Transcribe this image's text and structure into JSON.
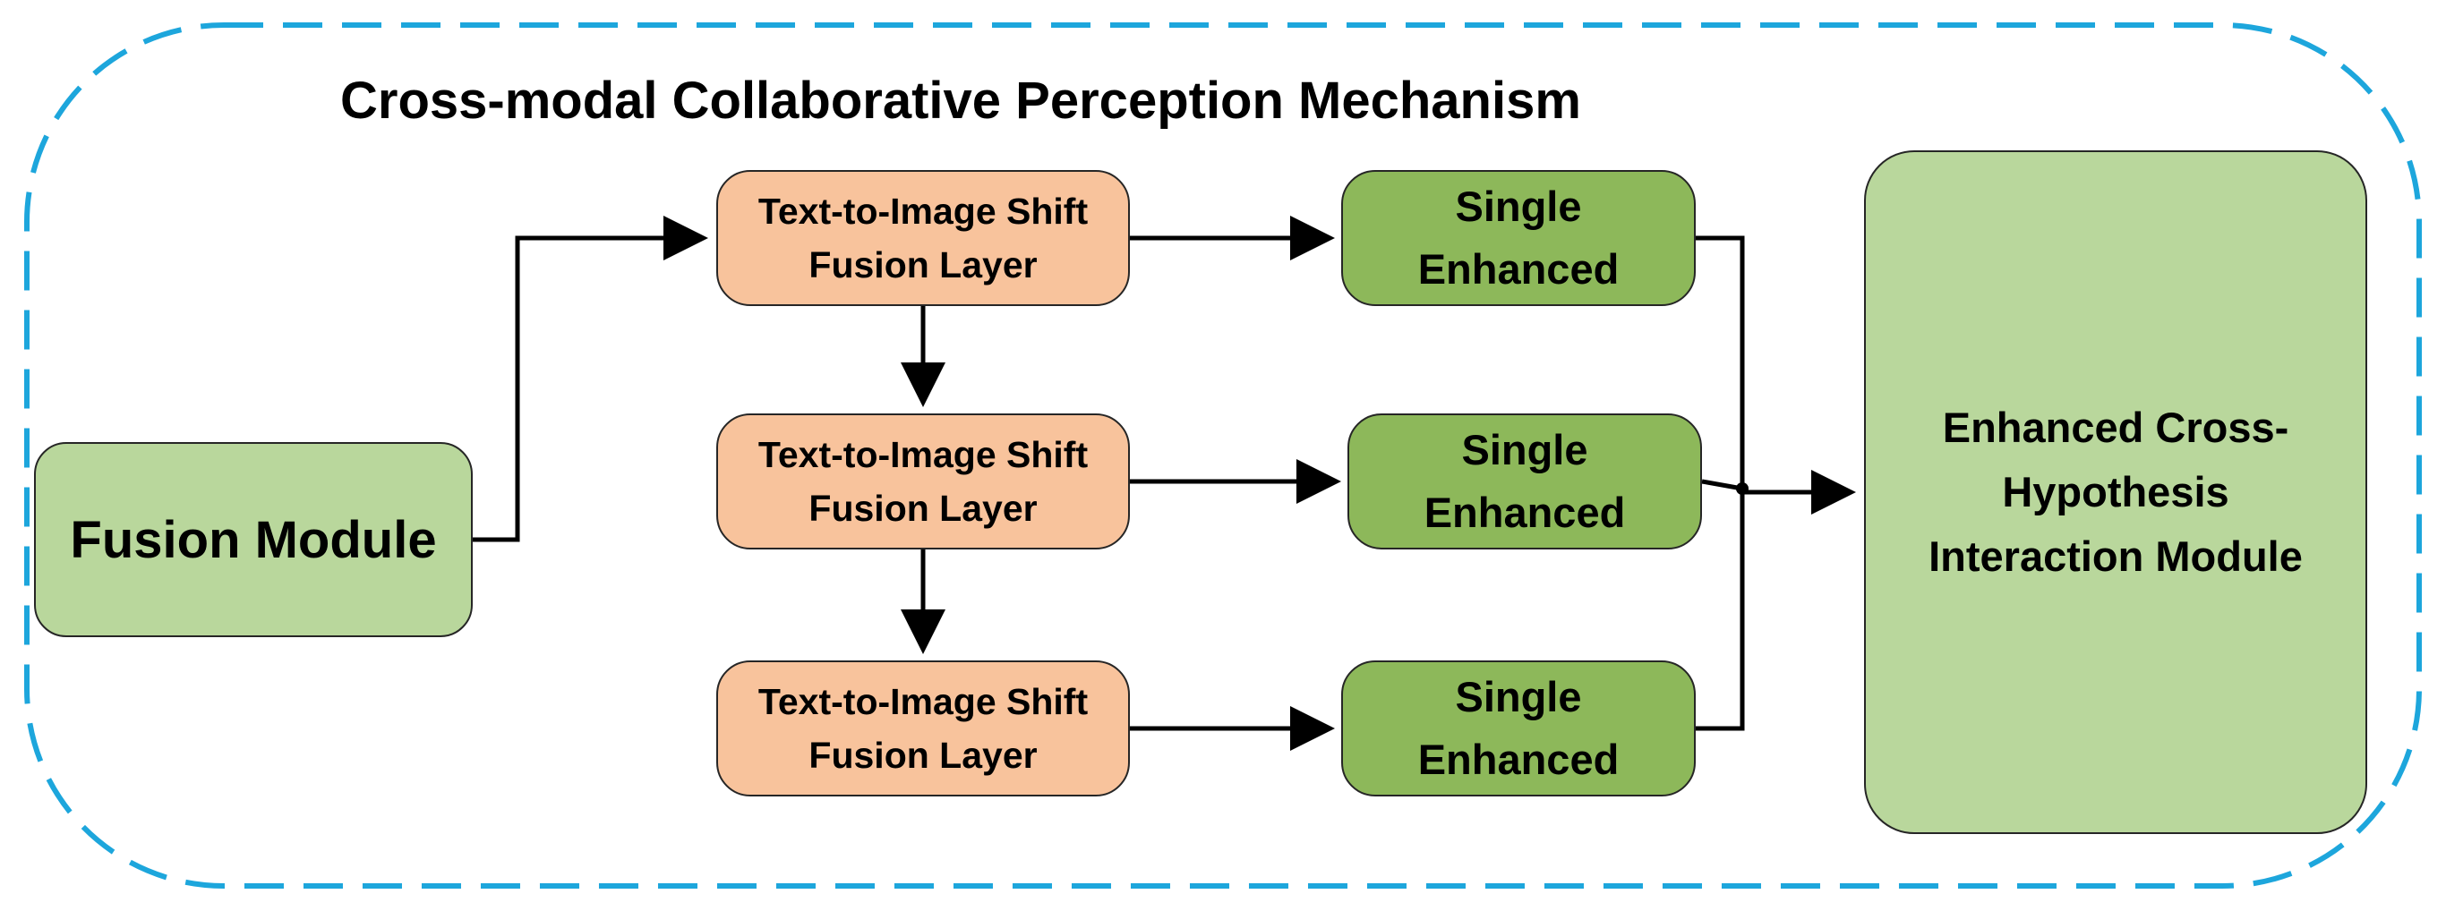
{
  "diagram": {
    "title": "Cross-modal Collaborative Perception Mechanism",
    "fusion_module": {
      "label": "Fusion Module"
    },
    "shift_layers": [
      {
        "line1": "Text-to-Image Shift",
        "line2": "Fusion Layer"
      },
      {
        "line1": "Text-to-Image Shift",
        "line2": "Fusion Layer"
      },
      {
        "line1": "Text-to-Image Shift",
        "line2": "Fusion Layer"
      }
    ],
    "enhanced_blocks": [
      {
        "line1": "Single",
        "line2": "Enhanced"
      },
      {
        "line1": "Single",
        "line2": "Enhanced"
      },
      {
        "line1": "Single",
        "line2": "Enhanced"
      }
    ],
    "cross_module": {
      "line1": "Enhanced Cross-",
      "line2": "Hypothesis",
      "line3": "Interaction Module"
    }
  },
  "colors": {
    "container_border": "#1da6dc",
    "fusion_module_fill": "#b9d79c",
    "shift_layer_fill": "#f8c39c",
    "enhanced_fill": "#8db85a",
    "cross_module_fill": "#b9d79c",
    "arrow": "#000000"
  }
}
